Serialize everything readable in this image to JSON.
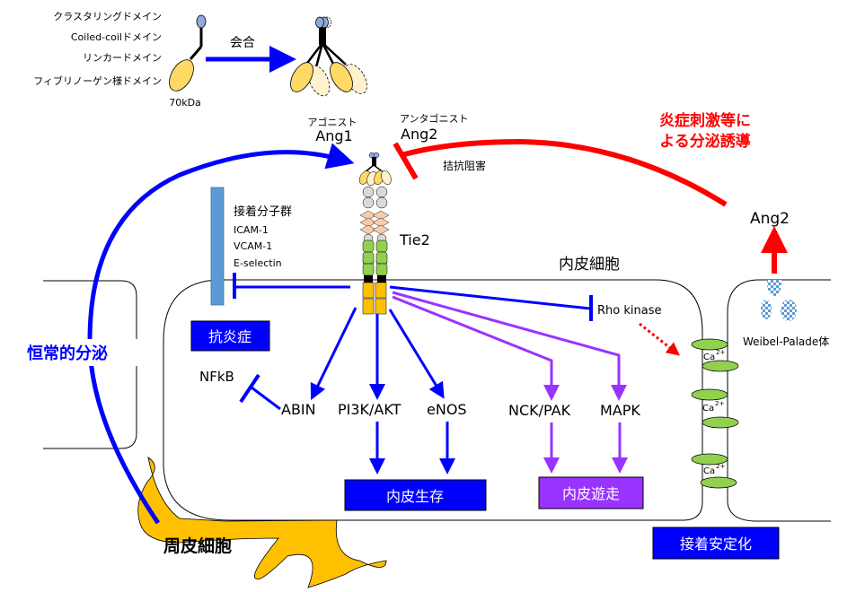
{
  "domains": {
    "clustering": "クラスタリングドメイン",
    "coiled_coil": "Coiled-coilドメイン",
    "linker": "リンカードメイン",
    "fibrinogen": "フィブリノーゲン様ドメイン",
    "monomer_size": "70kDa",
    "assembly_label": "会合"
  },
  "ligands": {
    "agonist_note": "アゴニスト",
    "agonist": "Ang1",
    "antagonist_note": "アンタゴニスト",
    "antagonist": "Ang2",
    "antagonism_label": "拮抗阻害",
    "induced_secretion": [
      "炎症刺激等に",
      "よる分泌誘導"
    ],
    "released_ang2": "Ang2"
  },
  "receptor": {
    "name": "Tie2",
    "adhesion_group": "接着分子群",
    "adhesion_molecules": [
      "ICAM-1",
      "VCAM-1",
      "E-selectin"
    ]
  },
  "cells": {
    "endothelial": "内皮細胞",
    "pericyte": "周皮細胞",
    "weibel_palade": "Weibel-Palade体",
    "constitutive_secretion": "恒常的分泌"
  },
  "signaling": {
    "nfkb": "NFkB",
    "abin": "ABIN",
    "pi3k": "PI3K/AKT",
    "enos": "eNOS",
    "nck": "NCK/PAK",
    "mapk": "MAPK",
    "rho": "Rho kinase",
    "ca": "Ca",
    "ca_sup": "2+"
  },
  "outcomes": {
    "anti_inflammation": "抗炎症",
    "survival": "内皮生存",
    "migration": "内皮遊走",
    "adhesion_stabilization": "接着安定化"
  },
  "colors": {
    "blue": "#0000ff",
    "purple": "#9933ff",
    "red": "#ff0000",
    "yellow_domain": "#ffd966",
    "pericyte": "#ffc000",
    "green_domain": "#92d050",
    "adhesion_bar": "#5b9bd5"
  }
}
